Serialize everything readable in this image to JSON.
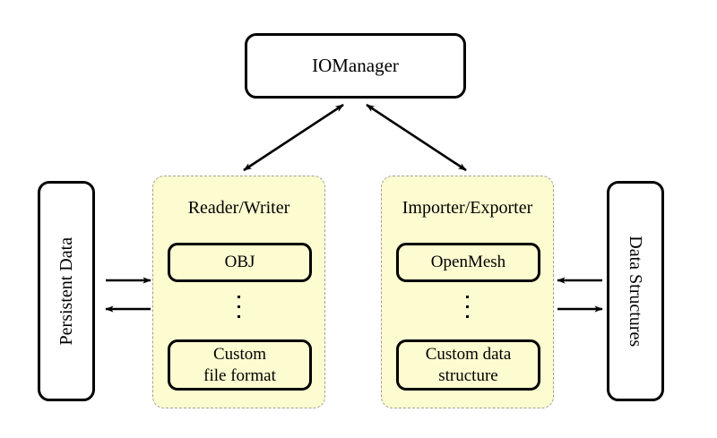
{
  "diagram": {
    "manager": {
      "label": "IOManager"
    },
    "left_store": {
      "label": "Persistent Data"
    },
    "right_store": {
      "label": "Data Structures"
    },
    "panels": [
      {
        "title": "Reader/Writer",
        "top_item": "OBJ",
        "ellipsis": "⋮",
        "bottom_item_line1": "Custom",
        "bottom_item_line2": "file format"
      },
      {
        "title": "Importer/Exporter",
        "top_item": "OpenMesh",
        "ellipsis": "⋮",
        "bottom_item_line1": "Custom data",
        "bottom_item_line2": "structure"
      }
    ],
    "connections": [
      {
        "name": "manager-to-reader-writer",
        "style": "double-headed-diagonal"
      },
      {
        "name": "manager-to-importer-exporter",
        "style": "double-headed-diagonal"
      },
      {
        "name": "persistent-data-to-reader-writer",
        "style": "single-headed-right"
      },
      {
        "name": "reader-writer-to-persistent-data",
        "style": "single-headed-left"
      },
      {
        "name": "data-structures-to-importer-exporter",
        "style": "single-headed-left"
      },
      {
        "name": "importer-exporter-to-data-structures",
        "style": "single-headed-right"
      }
    ],
    "colors": {
      "panel_fill": "#fdfbd0",
      "panel_border": "#9f9f9f",
      "node_border": "#000000",
      "background": "#ffffff",
      "text": "#000000"
    }
  }
}
